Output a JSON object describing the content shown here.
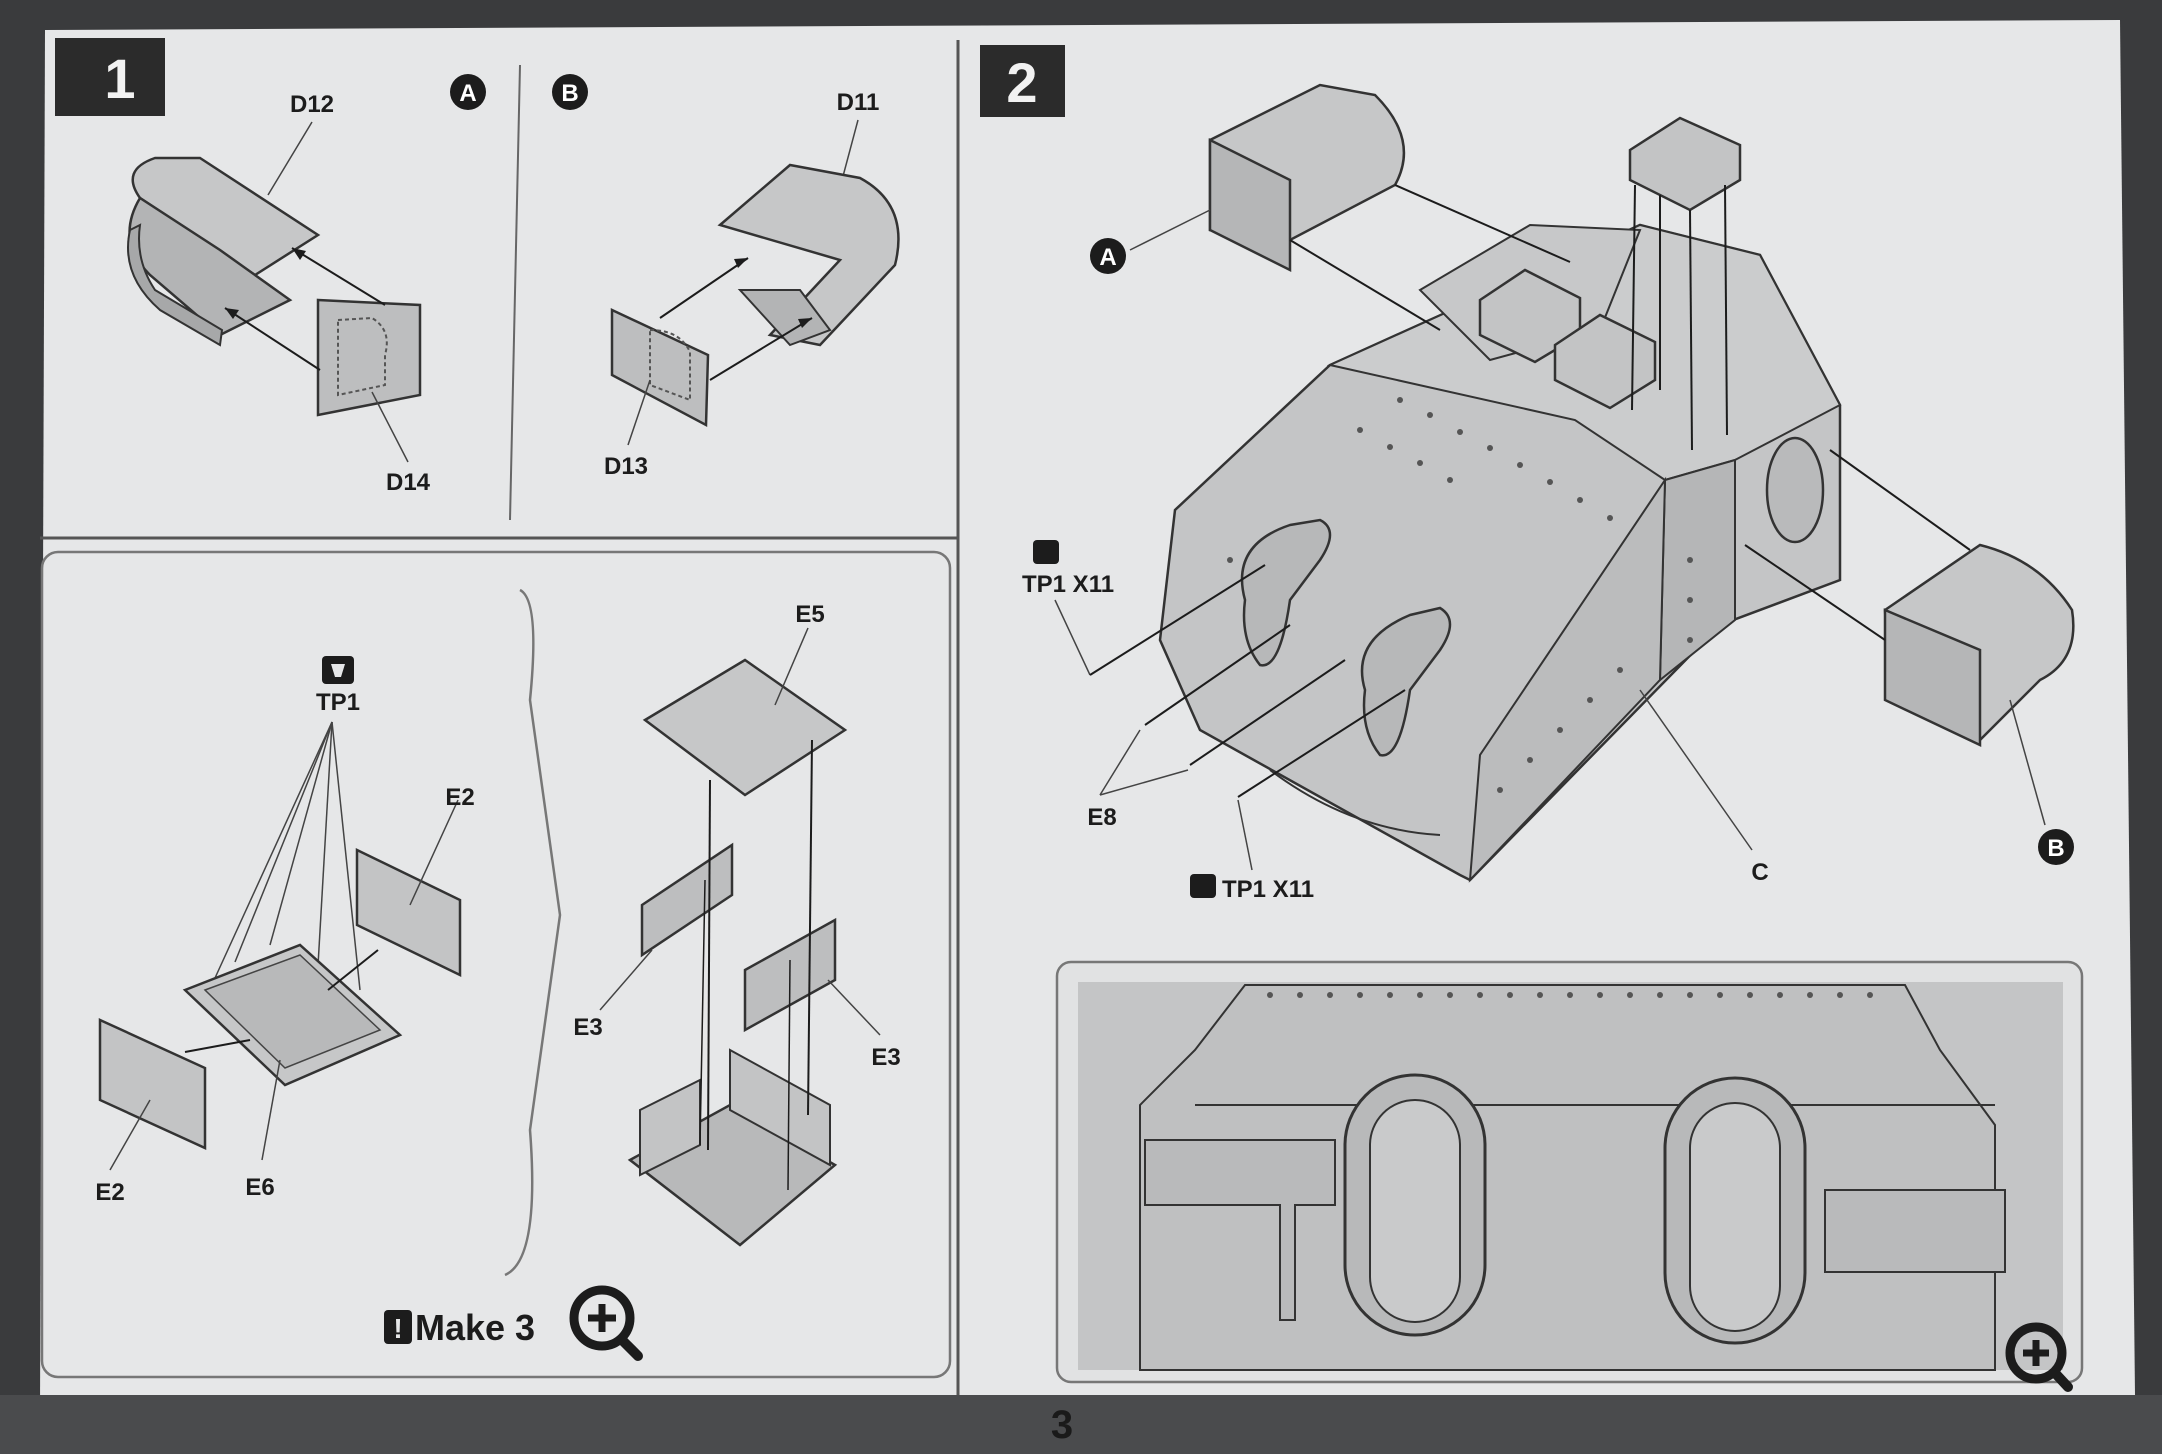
{
  "page_number": "3",
  "steps": [
    {
      "number": "1",
      "subassembly_a": {
        "marker": "A",
        "part_top": "D12",
        "part_bottom": "D14"
      },
      "subassembly_b": {
        "marker": "B",
        "part_top": "D11",
        "part_bottom": "D13"
      },
      "box": {
        "glue_label": "TP1",
        "parts": {
          "e2_side": "E2",
          "e2_front": "E2",
          "e6": "E6",
          "e5": "E5",
          "e3_left": "E3",
          "e3_right": "E3"
        },
        "make_note": "Make 3"
      }
    },
    {
      "number": "2",
      "markers": {
        "a": "A",
        "b": "B"
      },
      "parts": {
        "c": "C",
        "e8": "E8"
      },
      "glue_notes": {
        "top": "TP1 X11",
        "bottom": "TP1 X11"
      }
    }
  ],
  "icons": [
    "zoom-in-icon",
    "glue-tube-icon",
    "warning-icon"
  ],
  "colors": {
    "paper": "#e9eaeb",
    "part_fill": "#c3c4c5",
    "ink": "#1c1c1c",
    "step_badge": "#2b2b2b"
  }
}
